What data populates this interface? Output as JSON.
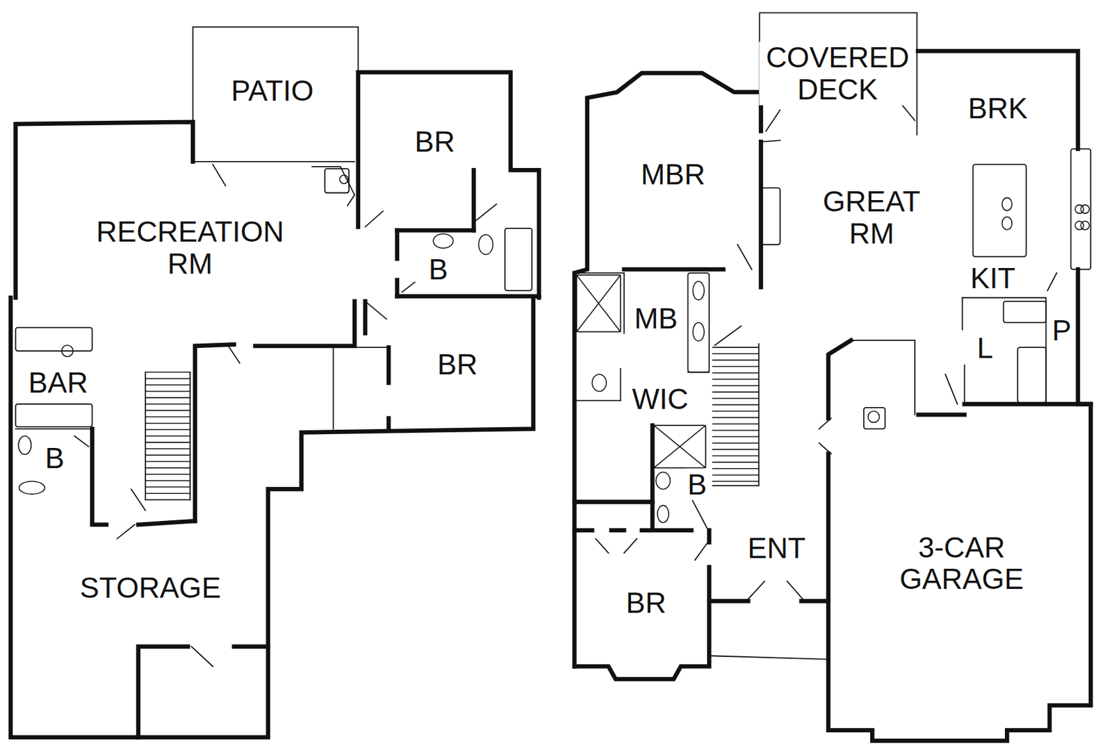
{
  "diagram": {
    "labels": [
      "PATIO",
      "COVERED DECK",
      "BRK",
      "BR",
      "MBR",
      "GREAT RM",
      "RECREATION RM",
      "B",
      "KIT",
      "MB",
      "BR",
      "P",
      "BAR",
      "L",
      "WIC",
      "B",
      "B",
      "ENT",
      "3-CAR GARAGE",
      "STORAGE",
      "BR"
    ]
  }
}
